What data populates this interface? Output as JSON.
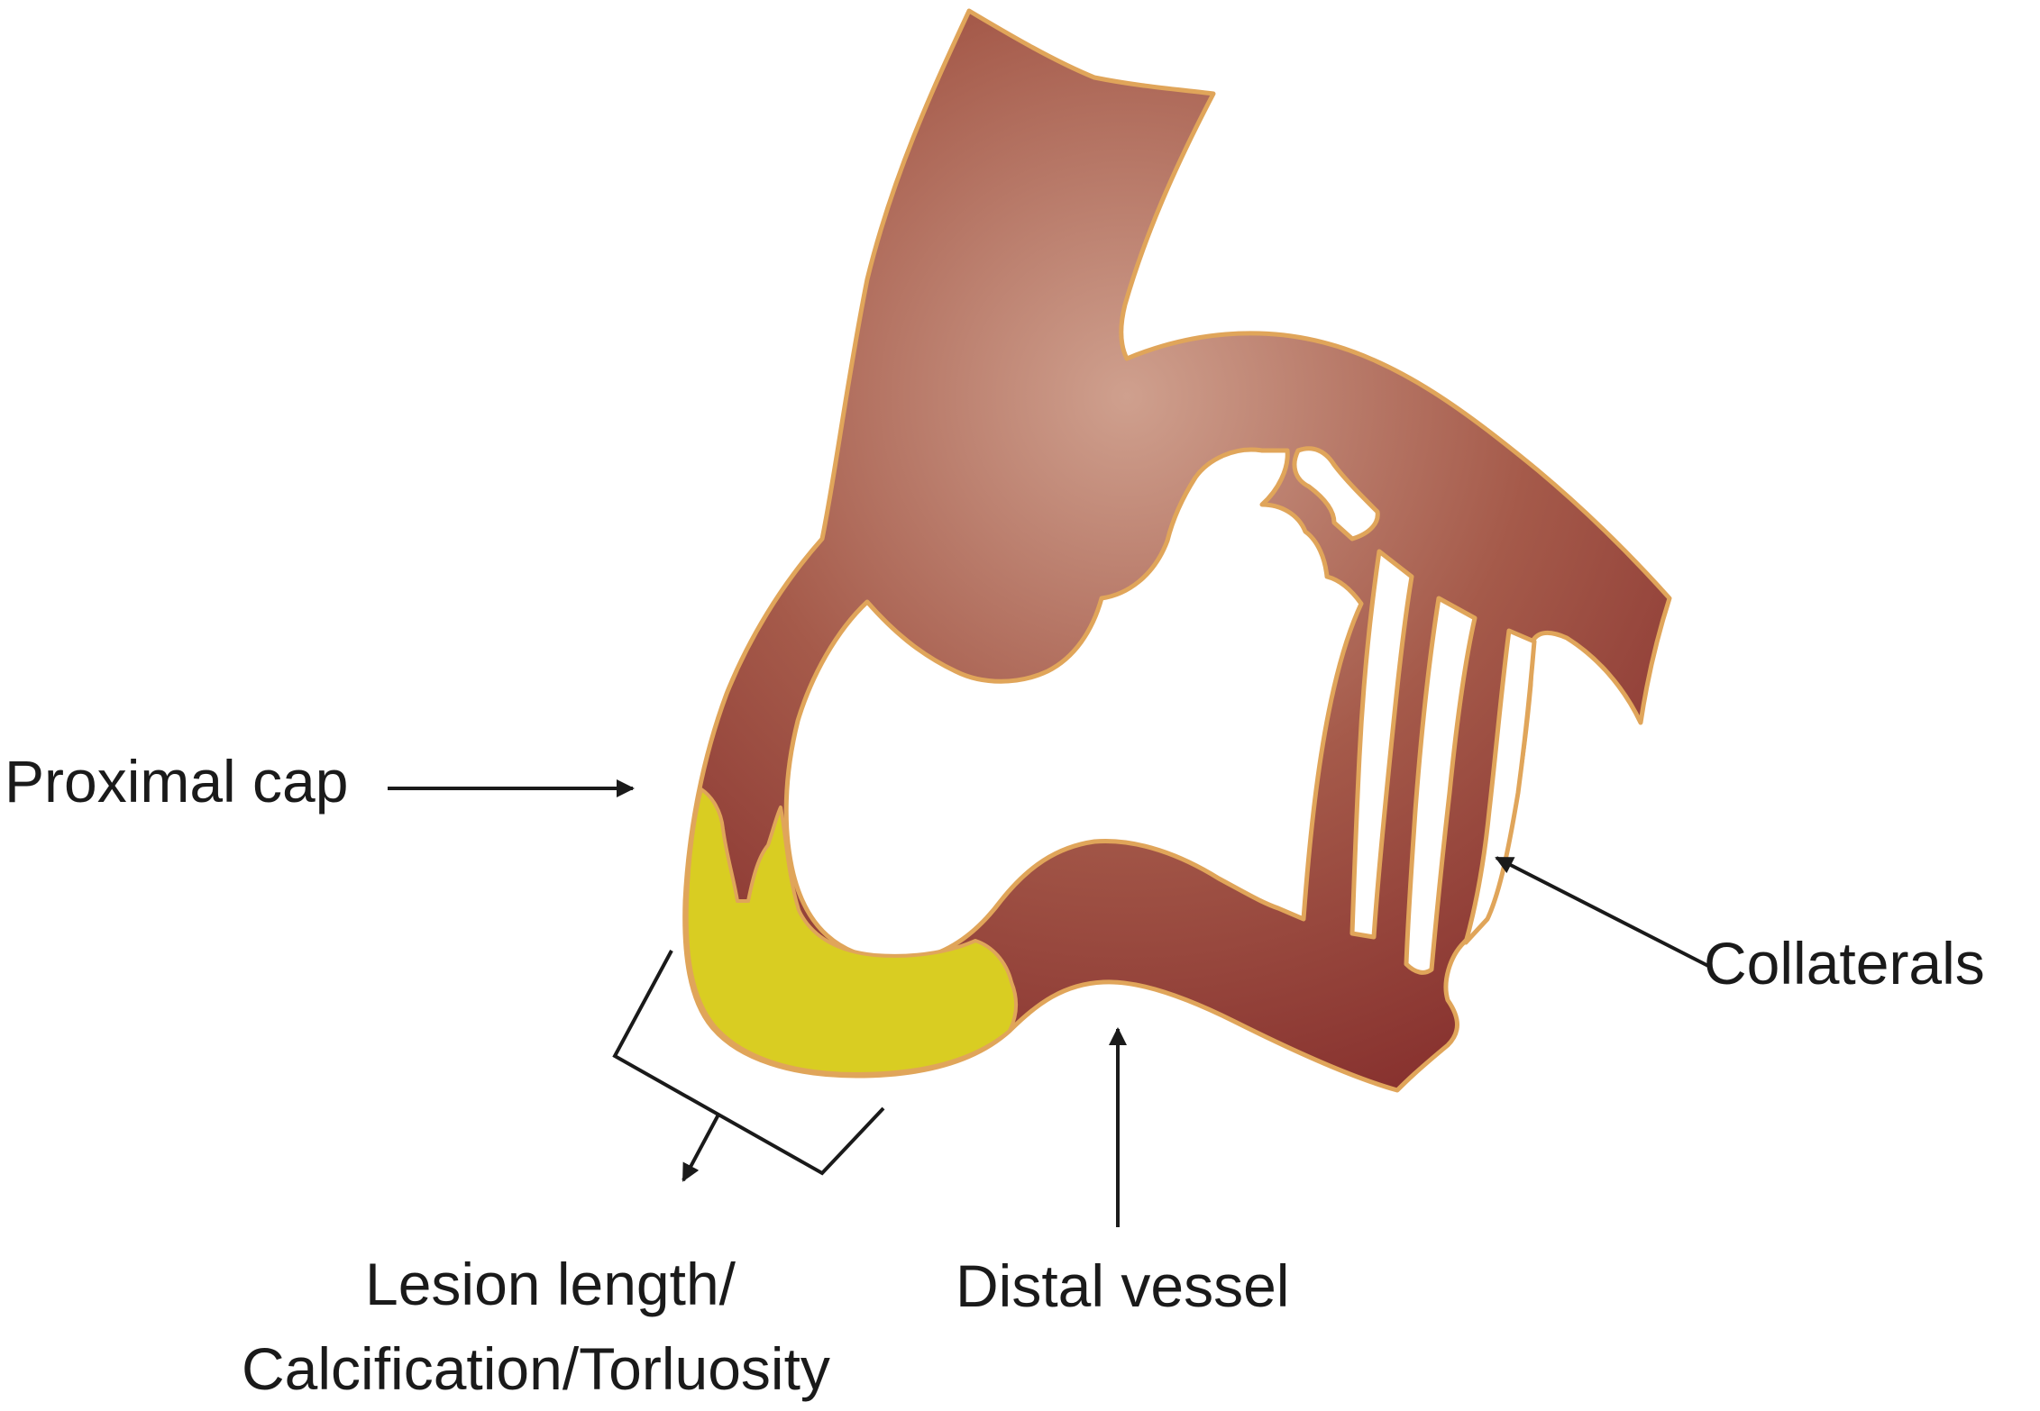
{
  "diagram": {
    "labels": {
      "proximal_cap": "Proximal cap",
      "collaterals": "Collaterals",
      "distal_vessel": "Distal vessel",
      "lesion_line1": "Lesion length/",
      "lesion_line2": "Calcification/Torluosity"
    },
    "colors": {
      "vessel_light": "#cfa08e",
      "vessel_mid": "#a55a4a",
      "vessel_dark": "#7a1f22",
      "vessel_outline": "#e0a55a",
      "occlusion": "#d9cd22",
      "arrow": "#1a1a1a",
      "background": "#ffffff"
    }
  }
}
